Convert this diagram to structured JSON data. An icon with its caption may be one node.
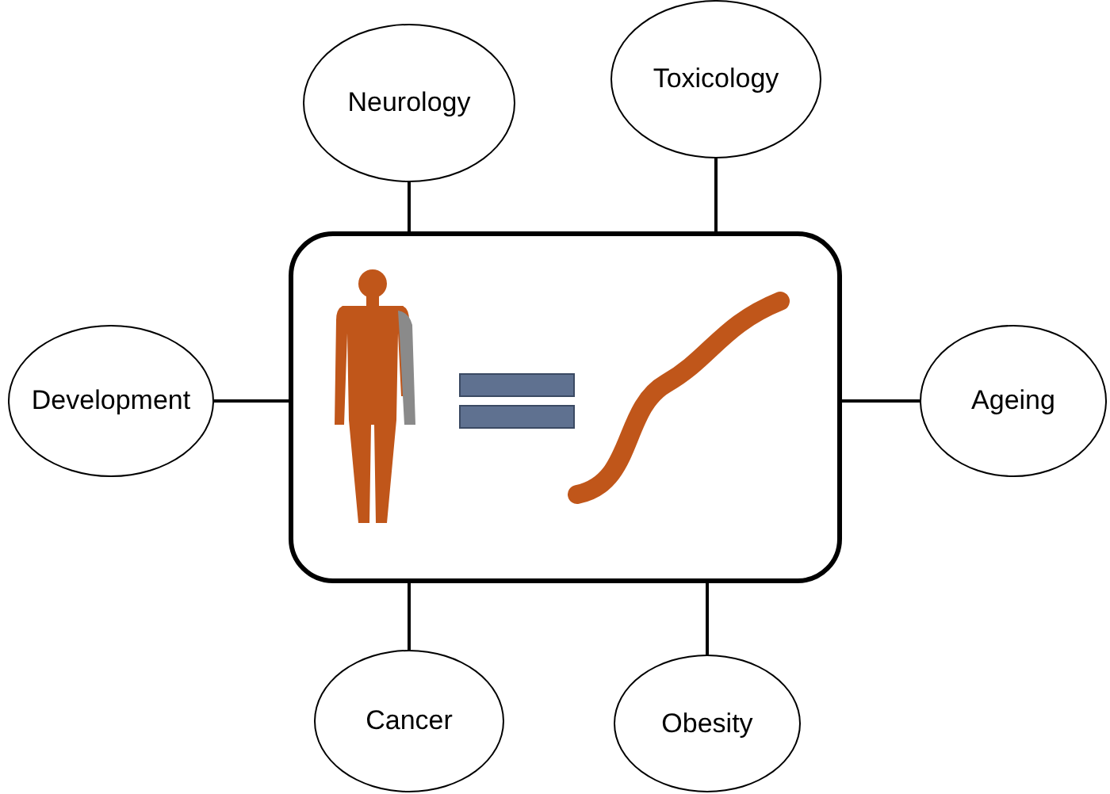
{
  "diagram": {
    "nodes": [
      {
        "text": [
          "Neurology"
        ]
      },
      {
        "text": [
          "Toxicology"
        ]
      },
      {
        "text": [
          "Development"
        ]
      },
      {
        "text": [],
        "shape": "box"
      },
      {
        "text": [
          "Ageing"
        ]
      },
      {
        "text": [
          "Cancer"
        ]
      },
      {
        "text": [
          "Obesity"
        ]
      }
    ],
    "edges": [
      {
        "from": 0,
        "to": 3,
        "arrow": "none"
      },
      {
        "from": 1,
        "to": 3,
        "arrow": "none"
      },
      {
        "from": 2,
        "to": 3,
        "arrow": "none"
      },
      {
        "from": 3,
        "to": 4,
        "arrow": "none"
      },
      {
        "from": 3,
        "to": 5,
        "arrow": "none"
      },
      {
        "from": 3,
        "to": 6,
        "arrow": "none"
      }
    ]
  }
}
